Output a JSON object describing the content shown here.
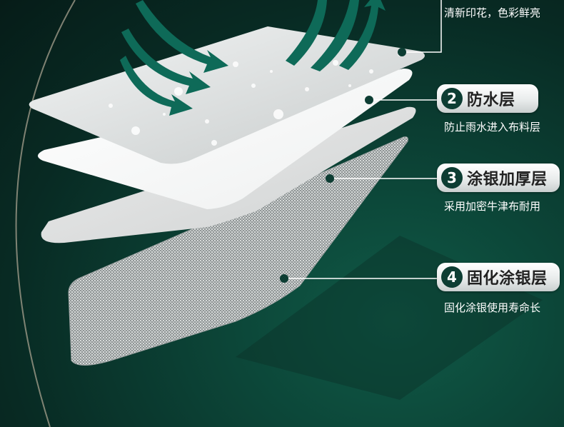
{
  "layers": [
    {
      "number": "",
      "title": "",
      "description": "清新印花，色彩鲜亮"
    },
    {
      "number": "2",
      "title": "防水层",
      "description": "防止雨水进入布料层"
    },
    {
      "number": "3",
      "title": "涂银加厚层",
      "description": "采用加密牛津布耐用"
    },
    {
      "number": "4",
      "title": "固化涂银层",
      "description": "固化涂银使用寿命长"
    }
  ],
  "colors": {
    "accent_dark": "#0d3d33",
    "arrow": "#0e6a58",
    "leader_line": "#ffffff"
  }
}
